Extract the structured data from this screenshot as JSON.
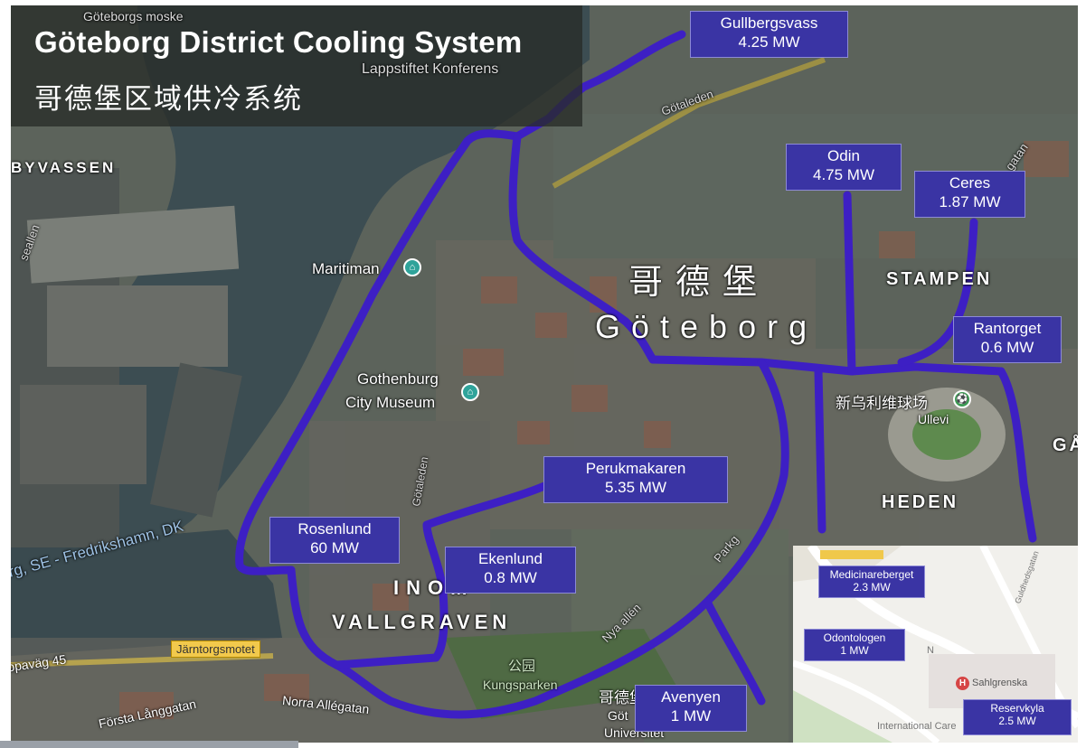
{
  "title": {
    "en": "Göteborg District Cooling System",
    "zh": "哥德堡区域供冷系统"
  },
  "plants": [
    {
      "name": "Gullbergsvass",
      "capacity": "4.25 MW"
    },
    {
      "name": "Odin",
      "capacity": "4.75 MW"
    },
    {
      "name": "Ceres",
      "capacity": "1.87 MW"
    },
    {
      "name": "Rantorget",
      "capacity": "0.6 MW"
    },
    {
      "name": "Perukmakaren",
      "capacity": "5.35 MW"
    },
    {
      "name": "Rosenlund",
      "capacity": "60 MW"
    },
    {
      "name": "Ekenlund",
      "capacity": "0.8 MW"
    },
    {
      "name": "Avenyen",
      "capacity": "1 MW"
    }
  ],
  "map_labels": {
    "mosque": "Göteborgs moske",
    "lappstiftet": "Lappstiftet Konferens",
    "gotaleden_top": "Götaleden",
    "byvassen": "BYVASSEN",
    "vasagatan": "seallen",
    "maritiman": "Maritiman",
    "city_zh": "哥德堡",
    "city_en": "Göteborg",
    "stampen": "STAMPEN",
    "gothenburg_museum_1": "Gothenburg",
    "gothenburg_museum_2": "City Museum",
    "ullevi_zh": "新乌利维球场",
    "ullevi_en": "Ullevi",
    "gotaleden_mid": "Götaleden",
    "heden": "HEDEN",
    "ga": "GÅ",
    "ferry": "rg, SE - Fredrikshamn, DK",
    "inom_1": "INOM",
    "inom_2": "VALLGRAVEN",
    "jarntorgsmotet": "Järntorgsmotet",
    "parkgatan": "Parkg",
    "nya_allen": "Nya allén",
    "kungsparken_zh": "公园",
    "kungsparken_en": "Kungsparken",
    "opavag": "opaväg 45",
    "forsta_langgatan": "Första Långgatan",
    "norra_allegatan": "Norra Allégatan",
    "universitet_zh": "哥德堡",
    "universitet_1": "Göt",
    "universitet_2": "Universitet",
    "gatan": "gatan"
  },
  "inset": {
    "plants": [
      {
        "name": "Medicinareberget",
        "capacity": "2.3 MW"
      },
      {
        "name": "Odontologen",
        "capacity": "1 MW"
      },
      {
        "name": "Reservkyla",
        "capacity": "2.5 MW"
      }
    ],
    "labels": {
      "hospital_1": "Sahlgrenska",
      "international": "International Care",
      "road": "Guldhedsgatan",
      "n": "N"
    },
    "hospital_icon_letter": "H"
  },
  "colors": {
    "pipe": "#3d1fc4",
    "plant_box": "#3a34a4",
    "water": "#3a4a4e"
  },
  "icons": {
    "museum": "museum-pin-icon",
    "stadium": "stadium-pin-icon",
    "hospital": "hospital-pin-icon"
  }
}
